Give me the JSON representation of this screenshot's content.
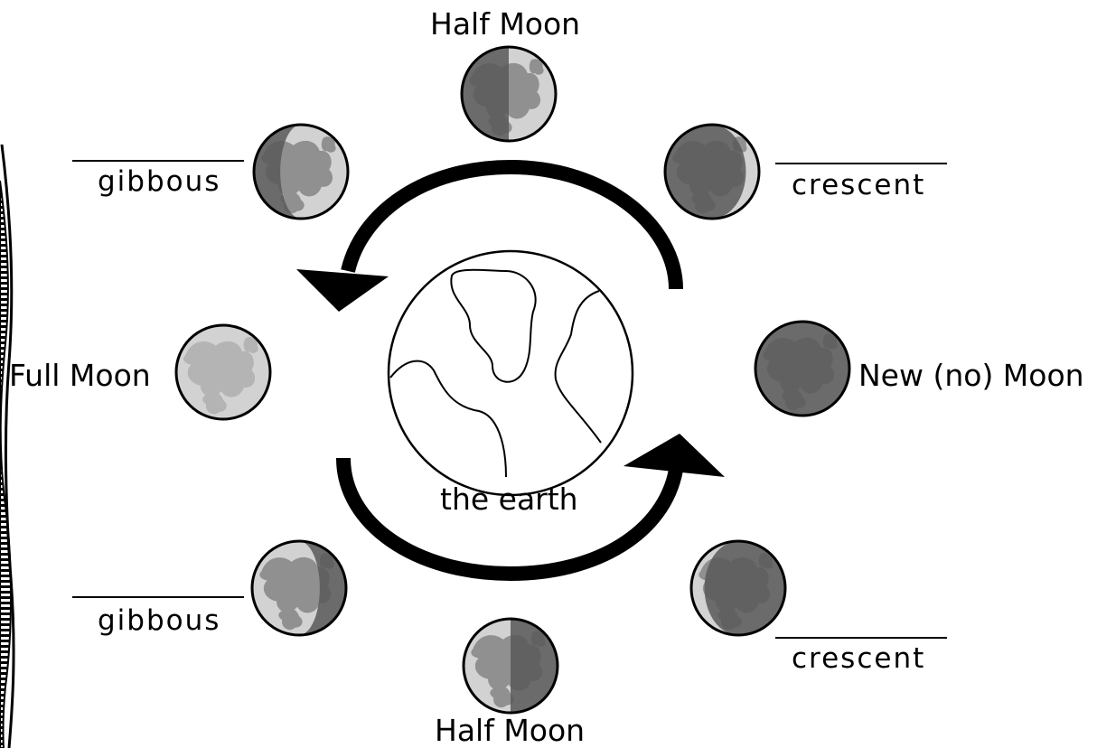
{
  "colors": {
    "dark": "#6b6b6b",
    "light": "#d2d2d2",
    "crater_dark": "#5a5a5a",
    "crater_light": "#b9b9b9",
    "outline": "#000000"
  },
  "labels": {
    "half_moon_top": "Half Moon",
    "half_moon_bottom": "Half Moon",
    "full_moon": "Full Moon",
    "new_moon": "New (no) Moon",
    "gibbous_upper": "gibbous",
    "gibbous_lower": "gibbous",
    "crescent_upper": "crescent",
    "crescent_lower": "crescent",
    "earth": "the earth"
  }
}
